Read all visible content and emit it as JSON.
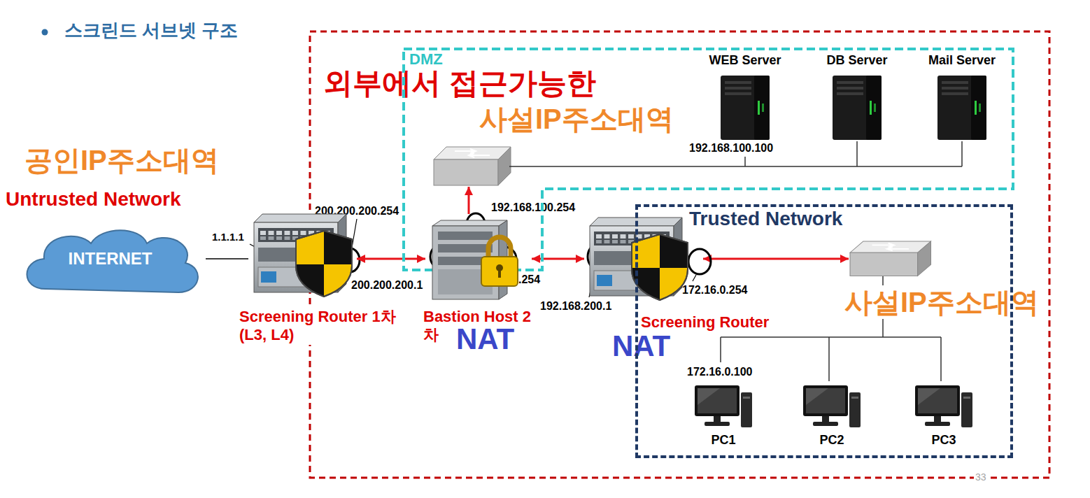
{
  "diagram": {
    "title": "스크린드 서브넷 구조",
    "nodes": [
      {
        "text": [
          "INTERNET"
        ]
      },
      {
        "text": [
          "Screening Router 1차(L3, L4)"
        ]
      },
      {
        "text": [
          "DMZ"
        ]
      },
      {
        "text": [
          "WEB Server"
        ],
        "in": 2
      },
      {
        "text": [
          "DB Server"
        ],
        "in": 2
      },
      {
        "text": [
          "Mail Server"
        ],
        "in": 2
      },
      {
        "text": [
          "Bastion Host 2차",
          "NAT"
        ]
      },
      {
        "text": [
          "Screening Router",
          "NAT"
        ]
      },
      {
        "text": [
          "Trusted Network"
        ]
      },
      {
        "text": [
          "PC1"
        ],
        "in": 8
      },
      {
        "text": [
          "PC2"
        ],
        "in": 8
      },
      {
        "text": [
          "PC3"
        ],
        "in": 8
      }
    ],
    "edges": [
      {
        "from": 0,
        "to": 1,
        "arrow": "none"
      },
      {
        "from": 1,
        "to": 6,
        "arrow": "both"
      },
      {
        "from": 6,
        "to": 7,
        "arrow": "both"
      }
    ],
    "labels": [
      "외부에서 접근가능한",
      "사설IP주소대역",
      "192.168.100.100",
      "공인IP주소대역",
      "Untrusted Network",
      "1.1.1.1",
      "200.200.200.254",
      "200.200.200.1",
      "192.168.100.254",
      "192.168.200.254",
      "192.168.200.1",
      "172.16.0.254",
      "172.16.0.100",
      "사설IP주소대역",
      "33"
    ]
  }
}
